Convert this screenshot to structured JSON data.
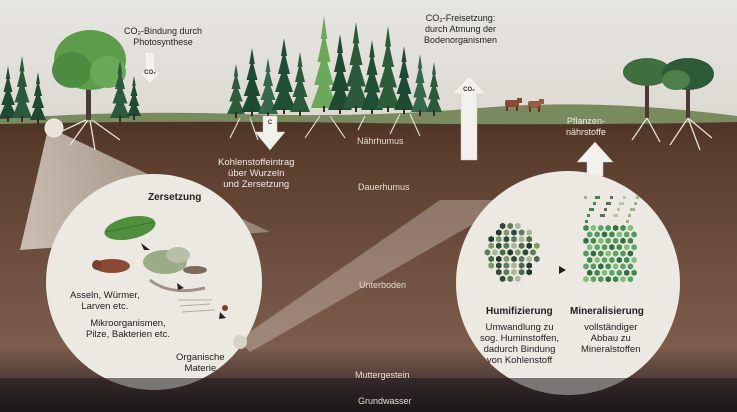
{
  "labels": {
    "co2_bindung": "CO₂-Bindung durch\nPhotosynthese",
    "co2_small_1": "CO₂",
    "co2_freisetzung": "CO₂-Freisetzung:\ndurch Atmung der\nBodenorganismen",
    "co2_small_2": "CO₂",
    "c_small": "C",
    "naehrhumus": "Nährhumus",
    "kohlenstoffeintrag": "Kohlenstoffeintrag\nüber Wurzeln\nund Zersetzung",
    "dauerhumus": "Dauerhumus",
    "pflanzennaehrstoffe": "Pflanzen-\nnährstoffe",
    "unterboden": "Unterboden",
    "muttergestein": "Muttergestein",
    "grundwasser": "Grundwasser",
    "zersetzung": "Zersetzung",
    "asseln": "Asseln, Würmer,\nLarven etc.",
    "mikroorganismen": "Mikroorganismen,\nPilze, Bakterien etc.",
    "organische_materie": "Organische\nMaterie",
    "humifizierung": "Humifizierung",
    "humifizierung_text": "Umwandlung zu\nsog. Huminstoffen,\ndadurch Bindung\nvon Kohlenstoff",
    "mineralisierung": "Mineralisierung",
    "mineralisierung_text": "vollständiger\nAbbau zu\nMineralstoffen"
  },
  "colors": {
    "sky": "#e9e6e1",
    "ground_line": "#6f7f57",
    "topsoil": "#5a3c2c",
    "subsoil": "#7a5a48",
    "bedrock": "#1f1a1c",
    "circle_fill": "#ede9e3",
    "tree_dark": "#1e4e34",
    "tree_light": "#5a9a4a",
    "humus_dark": "#2f4a36",
    "mineral_green": "#4f9a5a"
  }
}
